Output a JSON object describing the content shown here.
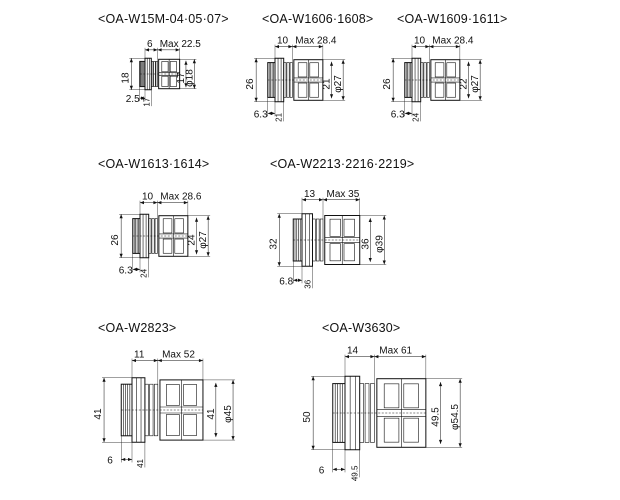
{
  "diagrams": [
    {
      "title": "<OA-W15M-04·05·07>",
      "dims": {
        "head": "6",
        "max": "Max 22.5",
        "height": "18",
        "base": "2.5",
        "thread": "17",
        "dia": "φ18",
        "thick": "17"
      }
    },
    {
      "title": "<OA-W1606·1608>",
      "dims": {
        "head": "10",
        "max": "Max 28.4",
        "height": "26",
        "base": "6.3",
        "thread": "21",
        "dia": "φ27",
        "thick": "21"
      }
    },
    {
      "title": "<OA-W1609·1611>",
      "dims": {
        "head": "10",
        "max": "Max 28.4",
        "height": "26",
        "base": "6.3",
        "thread": "22",
        "dia": "φ27",
        "thick": "24"
      }
    },
    {
      "title": "<OA-W1613·1614>",
      "dims": {
        "head": "10",
        "max": "Max 28.6",
        "height": "26",
        "base": "6.3",
        "thread": "24",
        "dia": "φ27",
        "thick": "24"
      }
    },
    {
      "title": "<OA-W2213·2216·2219>",
      "dims": {
        "head": "13",
        "max": "Max 35",
        "height": "32",
        "base": "6.8",
        "thread": "36",
        "dia": "φ39",
        "thick": "36"
      }
    },
    {
      "title": "<OA-W2823>",
      "dims": {
        "head": "11",
        "max": "Max 52",
        "height": "41",
        "base": "6",
        "thread": "41",
        "dia": "φ45",
        "thick": "41"
      }
    },
    {
      "title": "<OA-W3630>",
      "dims": {
        "head": "14",
        "max": "Max 61",
        "height": "50",
        "base": "6",
        "thread": "49.5",
        "dia": "φ54.5",
        "thick": "49.5"
      }
    }
  ]
}
